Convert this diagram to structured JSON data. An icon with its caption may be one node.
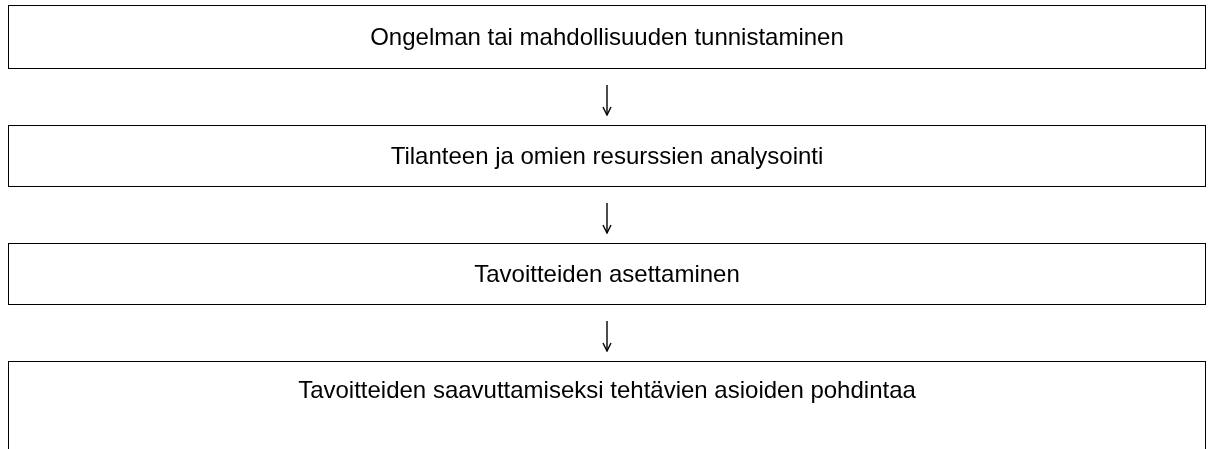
{
  "diagram": {
    "nodes": [
      {
        "text": [
          "Ongelman tai mahdollisuuden tunnistaminen"
        ]
      },
      {
        "text": [
          "Tilanteen ja omien resurssien analysointi"
        ]
      },
      {
        "text": [
          "Tavoitteiden asettaminen"
        ]
      },
      {
        "text": [
          "Tavoitteiden saavuttamiseksi tehtävien asioiden pohdintaa"
        ]
      }
    ],
    "edges": [
      {
        "from": 0,
        "to": 1,
        "arrow": "to"
      },
      {
        "from": 1,
        "to": 2,
        "arrow": "to"
      },
      {
        "from": 2,
        "to": 3,
        "arrow": "to"
      }
    ]
  }
}
